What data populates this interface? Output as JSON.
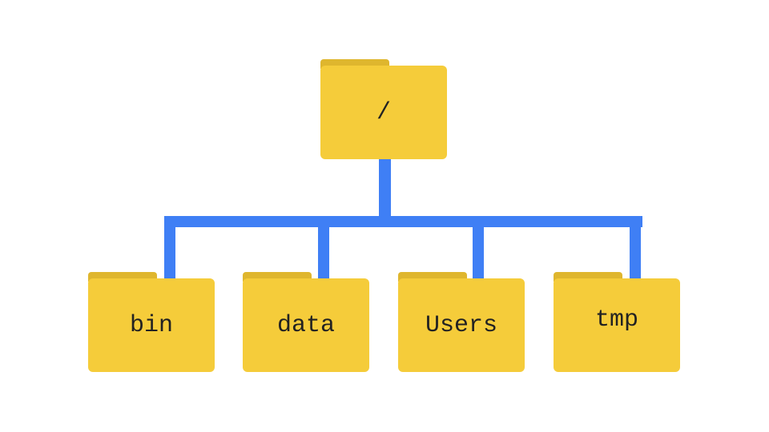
{
  "root": {
    "label": "/"
  },
  "children": [
    {
      "label": "bin"
    },
    {
      "label": "data"
    },
    {
      "label": "Users"
    },
    {
      "label": "tmp"
    }
  ],
  "colors": {
    "folder": "#f5cc3a",
    "folder_tab": "#dfb62e",
    "connector": "#3f7ff5"
  }
}
